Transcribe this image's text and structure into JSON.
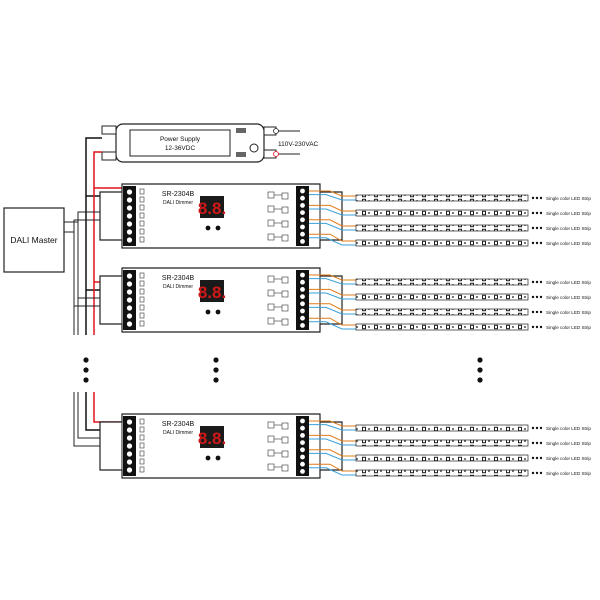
{
  "master": {
    "label": "DALI Master"
  },
  "power_supply": {
    "title": "Power Supply",
    "voltage": "12-36VDC",
    "mains": "110V-230VAC"
  },
  "dimmer": {
    "model": "SR-2304B",
    "subtitle": "DALI Dimmer",
    "display": "8.8."
  },
  "strip_label": "Single color LED Strip",
  "units": [
    {
      "id": "dimmer-1"
    },
    {
      "id": "dimmer-2"
    },
    {
      "id": "dimmer-3"
    }
  ],
  "colors": {
    "positive_wire": "#e0141e",
    "negative_wire": "#111111",
    "output_wire_a": "#e07b1a",
    "output_wire_b": "#3aa0d8",
    "display_bg": "#1a1a1a",
    "display_digit": "#d01818"
  }
}
